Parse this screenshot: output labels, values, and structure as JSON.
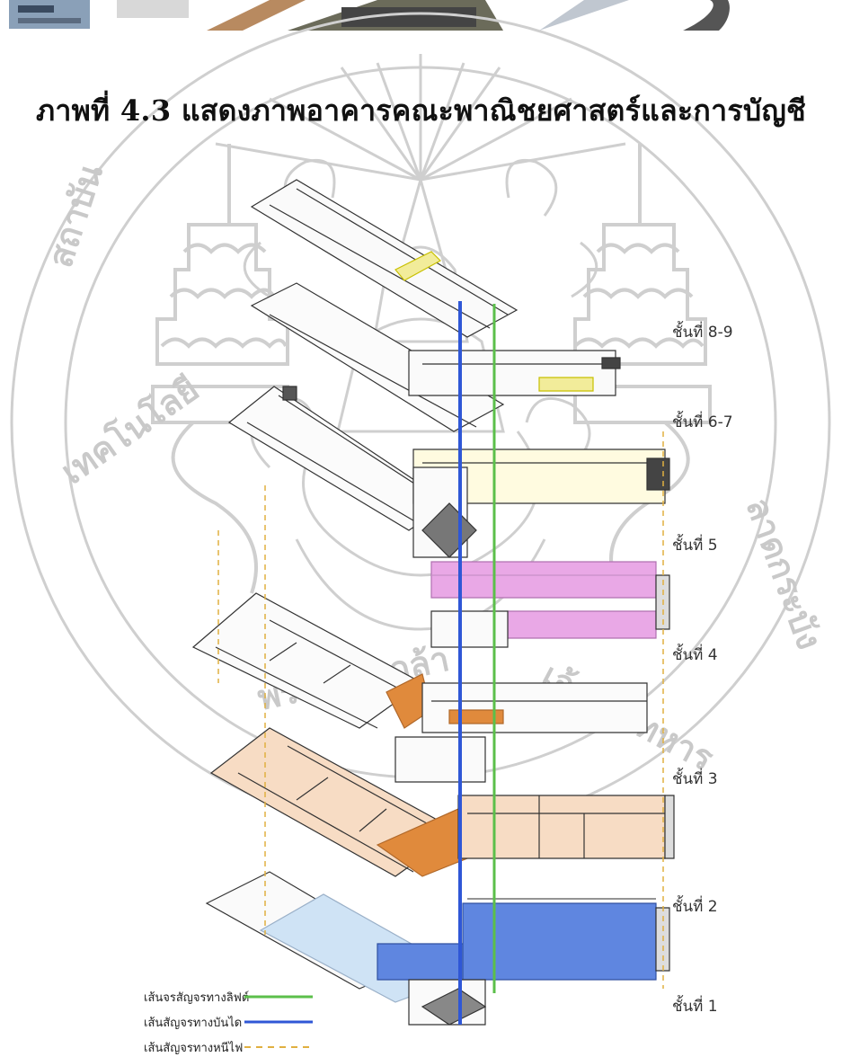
{
  "caption": "ภาพที่ 4.3 แสดงภาพอาคารคณะพาณิชยศาสตร์และการบัญชี",
  "floor_labels": {
    "f89": "ชั้นที่ 8-9",
    "f67": "ชั้นที่ 6-7",
    "f5": "ชั้นที่ 5",
    "f4": "ชั้นที่ 4",
    "f3": "ชั้นที่ 3",
    "f2": "ชั้นที่ 2",
    "f1": "ชั้นที่ 1"
  },
  "legend": {
    "lift": "เส้นจรสัญจรทางลิฟต์",
    "stair": "เส้นสัญจรทางบันได",
    "fire": "เส้นสัญจรทางหนีไฟ"
  },
  "colors": {
    "lift_line": "#5bbf4a",
    "stair_line": "#2f57d6",
    "fire_line": "#e0b040",
    "pink_zone": "#e9a8e6",
    "orange_zone": "#e08a3c",
    "peach_zone": "#f7dcc4",
    "blue_zone": "#5f86e0",
    "lightblue_zone": "#cfe3f5",
    "yellow_zone": "#f2ec9a",
    "watermark": "#c9c9c9"
  }
}
